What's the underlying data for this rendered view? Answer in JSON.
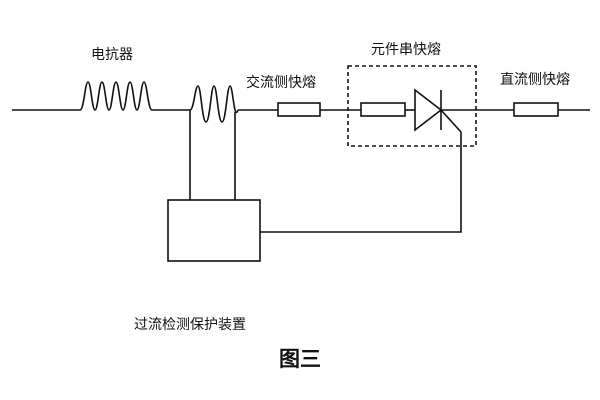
{
  "labels": {
    "reactor": "电抗器",
    "ac_fuse": "交流侧快熔",
    "series_fuse": "元件串快熔",
    "dc_fuse": "直流侧快熔",
    "protection_device": "过流检测保护装置"
  },
  "caption": "图三",
  "colors": {
    "line": "#111111",
    "background": "#ffffff"
  }
}
